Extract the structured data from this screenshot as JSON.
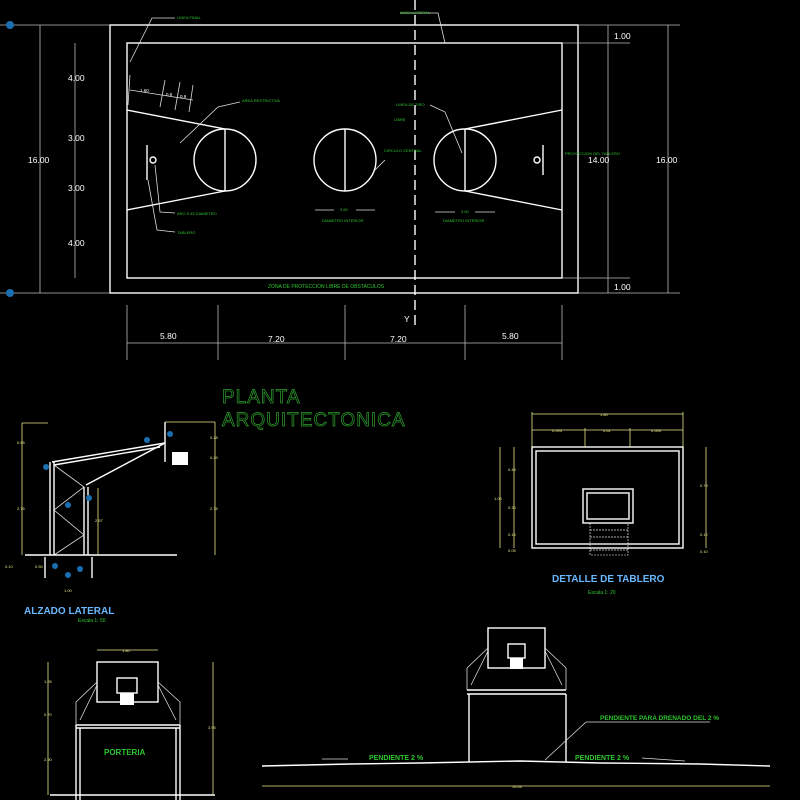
{
  "plan": {
    "title_line1": "PLANTA",
    "title_line2": "ARQUITECTONICA",
    "labels": {
      "end_line": "LINEA FINAL",
      "side_line": "LINEA LATERAL",
      "restricted_area": "AREA RESTRICTIVA",
      "free_throw_line": "LINEA DE TIRO",
      "free": "LIBRE",
      "center_circle": "CIRCULO CENTRAL",
      "hoop": "ARO 0.45 DIAMETRO",
      "backboard": "TABLERO",
      "inner_diameter_left": "DIAMETRO INTERIOR",
      "inner_diameter_right": "DIAMETRO INTERIOR",
      "diameter_left": "3.60",
      "diameter_right": "3.60",
      "board_projection": "PROYECCION DEL TABLERO",
      "protection_zone": "ZONA DE PROTECCION LIBRE DE OBSTACULOS",
      "axis": "Y"
    },
    "dims_left": {
      "total": "16.00",
      "segments": [
        "4.00",
        "3.00",
        "3.00",
        "4.00"
      ]
    },
    "dims_right": {
      "top": "1.00",
      "middle": "14.00",
      "bottom": "1.00",
      "total": "16.00"
    },
    "dims_bottom": [
      "5.80",
      "7.20",
      "7.20",
      "5.80"
    ],
    "dims_key": [
      "1.60",
      "0.9",
      "0.9"
    ]
  },
  "side_elevation": {
    "title": "ALZADO LATERAL",
    "scale": "Escala  1: 50",
    "dims": [
      "0.65",
      "2.75",
      "0.28",
      "0.29",
      "2.75",
      "2.57",
      "1.00",
      "0.50",
      "0.10"
    ]
  },
  "board_detail": {
    "title": "DETALLE DE TABLERO",
    "scale": "Escala  1: 20",
    "dims_top": {
      "total": "1.80",
      "segments": [
        "0.595",
        "0.61",
        "0.595"
      ]
    },
    "dims_left": {
      "total": "1.05",
      "segments": [
        "0.45",
        "0.30",
        "0.15",
        "0.05"
      ]
    },
    "dims_right": [
      "0.78",
      "0.12",
      "0.10"
    ]
  },
  "goal": {
    "title": "PORTERIA",
    "dims": {
      "top": "1.80",
      "left": [
        "1.05",
        "0.70",
        "2.90"
      ],
      "right": "3.95"
    }
  },
  "front_elevation": {
    "drain_note": "PENDIENTE PARA DRENADO DEL 2 %",
    "slope_left": "PENDIENTE 2 %",
    "slope_right": "PENDIENTE 2 %",
    "width": "16.00"
  },
  "colors": {
    "background": "#000000",
    "lines": "#ffffff",
    "dimensions": "#e6e68a",
    "notes": "#2fc42f",
    "titles": "#6ab8ff"
  }
}
